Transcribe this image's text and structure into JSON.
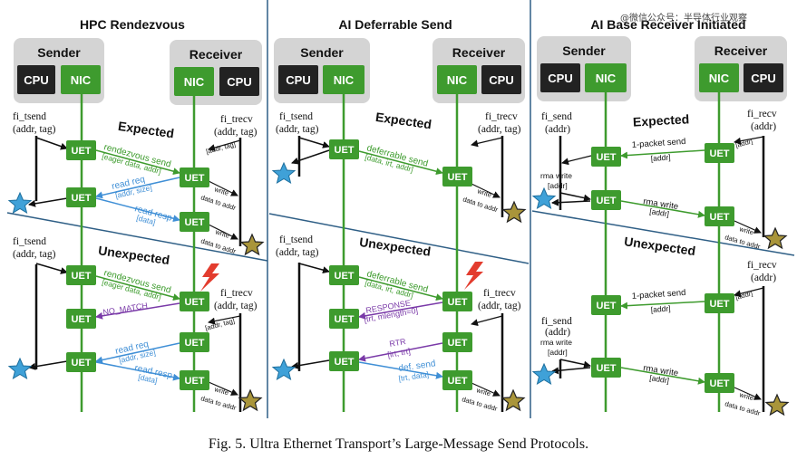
{
  "watermark": "@微信公众号：半导体行业观察",
  "caption": "Fig. 5.  Ultra Ethernet Transport’s Large-Message Send Protocols.",
  "labels": {
    "sender": "Sender",
    "receiver": "Receiver",
    "cpu": "CPU",
    "nic": "NIC",
    "uet": "UET",
    "expected": "Expected",
    "unexpected": "Unexpected",
    "write": "write",
    "data_to_addr": "data to addr"
  },
  "colors": {
    "green": "#3e9b2e",
    "chip_dark": "#222222",
    "box_gray": "#d4d4d4",
    "divider": "#2f5f86",
    "purple": "#7a3aa8",
    "blue": "#3f8fd6",
    "star": "#3fa1d8",
    "star_gold": "#a9953a",
    "lightning": "#e33c2e"
  },
  "icons": {
    "completion": "star-icon",
    "conflict": "lightning-icon"
  },
  "panels": [
    {
      "title": "HPC Rendezvous",
      "fi_send": "fi_tsend",
      "fi_send_args": "(addr, tag)",
      "fi_recv": "fi_trecv",
      "fi_recv_args": "(addr, tag)",
      "recv_tag": "[addr, tag]",
      "msg1": "rendezvous send",
      "msg1_sub": "[eager data, addr]",
      "msg2": "read req",
      "msg2_sub": "[addr, size]",
      "msg3": "read resp",
      "msg3_sub": "[data]",
      "nomatch": "NO_MATCH"
    },
    {
      "title": "AI Deferrable Send",
      "fi_send": "fi_tsend",
      "fi_send_args": "(addr, tag)",
      "fi_recv": "fi_trecv",
      "fi_recv_args": "(addr, tag)",
      "recv_tag": "[addr, tag]",
      "msg1": "deferrable send",
      "msg1_sub": "[data, irt, addr]",
      "response": "RESPONSE",
      "response_sub": "[trt, mlength=0]",
      "rtr": "RTR",
      "rtr_sub": "[irt, trt]",
      "defsend": "def. send",
      "defsend_sub": "[trt, data]"
    },
    {
      "title": "AI Base Receiver Initiated",
      "fi_send": "fi_send",
      "fi_send_args": "(addr)",
      "fi_recv": "fi_recv",
      "fi_recv_args": "(addr)",
      "recv_tag": "[addr]",
      "msg1": "1-packet send",
      "msg1_sub": "[addr]",
      "rma_write": "rma write",
      "rma_write_sub": "[addr]",
      "rma_write_call": "rma write",
      "rma_write_call_sub": "[addr]"
    }
  ]
}
